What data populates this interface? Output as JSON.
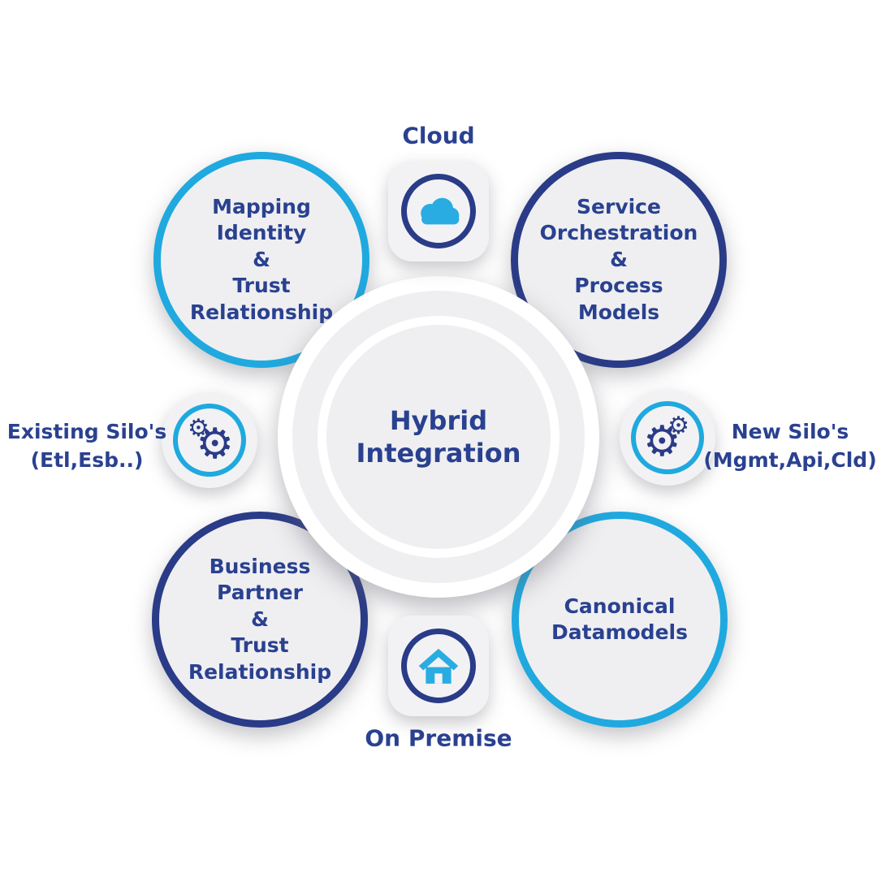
{
  "colors": {
    "navy": "#2A3B87",
    "cyan": "#1FA9DF",
    "text": "#2A4190",
    "circle_fill": "#EFEFF1",
    "tile_fill": "#F2F2F4",
    "background": "#FFFFFF"
  },
  "center": {
    "label": "Hybrid\nIntegration"
  },
  "satellites": {
    "top_left": {
      "label": "Mapping\nIdentity\n&\nTrust\nRelationship",
      "ring_color": "cyan"
    },
    "top_right": {
      "label": "Service\nOrchestration\n&\nProcess\nModels",
      "ring_color": "navy"
    },
    "bottom_left": {
      "label": "Business\nPartner\n&\nTrust\nRelationship",
      "ring_color": "navy"
    },
    "bottom_right": {
      "label": "Canonical\nDatamodels",
      "ring_color": "cyan"
    }
  },
  "badges": {
    "cloud": {
      "label": "Cloud",
      "icon": "cloud-icon",
      "ring_color": "navy"
    },
    "on_premise": {
      "label": "On Premise",
      "icon": "home-icon",
      "ring_color": "navy"
    },
    "existing_silos": {
      "label": "Existing Silo's\n(Etl,Esb..)",
      "icon": "gears-icon",
      "ring_color": "cyan"
    },
    "new_silos": {
      "label": "New Silo's\n(Mgmt,Api,Cld)",
      "icon": "gears-icon",
      "ring_color": "cyan"
    }
  },
  "icons": {
    "gear_glyph": "⚙"
  }
}
